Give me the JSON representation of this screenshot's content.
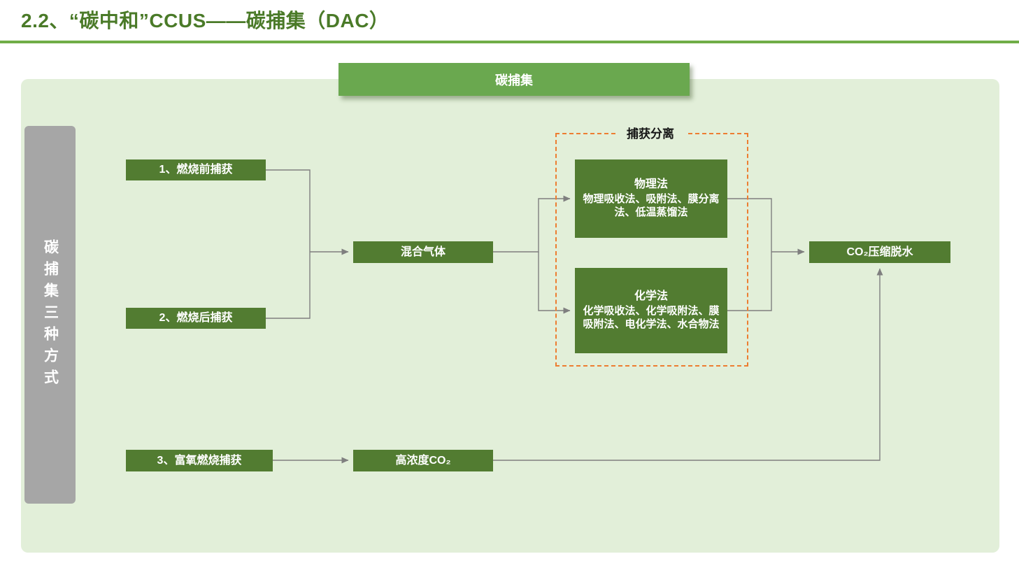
{
  "page": {
    "title": "2.2、“碳中和”CCUS——碳捕集（DAC）"
  },
  "diagram": {
    "banner_label": "碳捕集",
    "sidebar_label": "碳捕集三种方式",
    "separation_label": "捕获分离",
    "nodes": {
      "pre_combustion": "1、燃烧前捕获",
      "post_combustion": "2、燃烧后捕获",
      "oxyfuel_combustion": "3、富氧燃烧捕获",
      "mixed_gas": "混合气体",
      "high_purity_co2": "高浓度CO₂",
      "physical_title": "物理法",
      "physical_methods": "物理吸收法、吸附法、膜分离法、低温蒸馏法",
      "chemical_title": "化学法",
      "chemical_methods": "化学吸收法、化学吸附法、膜吸附法、电化学法、水合物法",
      "co2_compress": "CO₂压缩脱水"
    },
    "colors": {
      "title_green": "#4a7a28",
      "rule_green": "#70ad47",
      "panel_green": "#e2efd9",
      "banner_green": "#6aa84f",
      "node_green": "#527c31",
      "sidebar_gray": "#a6a6a6",
      "dashed_orange": "#ed7d31",
      "connector_gray": "#7f7f7f"
    }
  }
}
